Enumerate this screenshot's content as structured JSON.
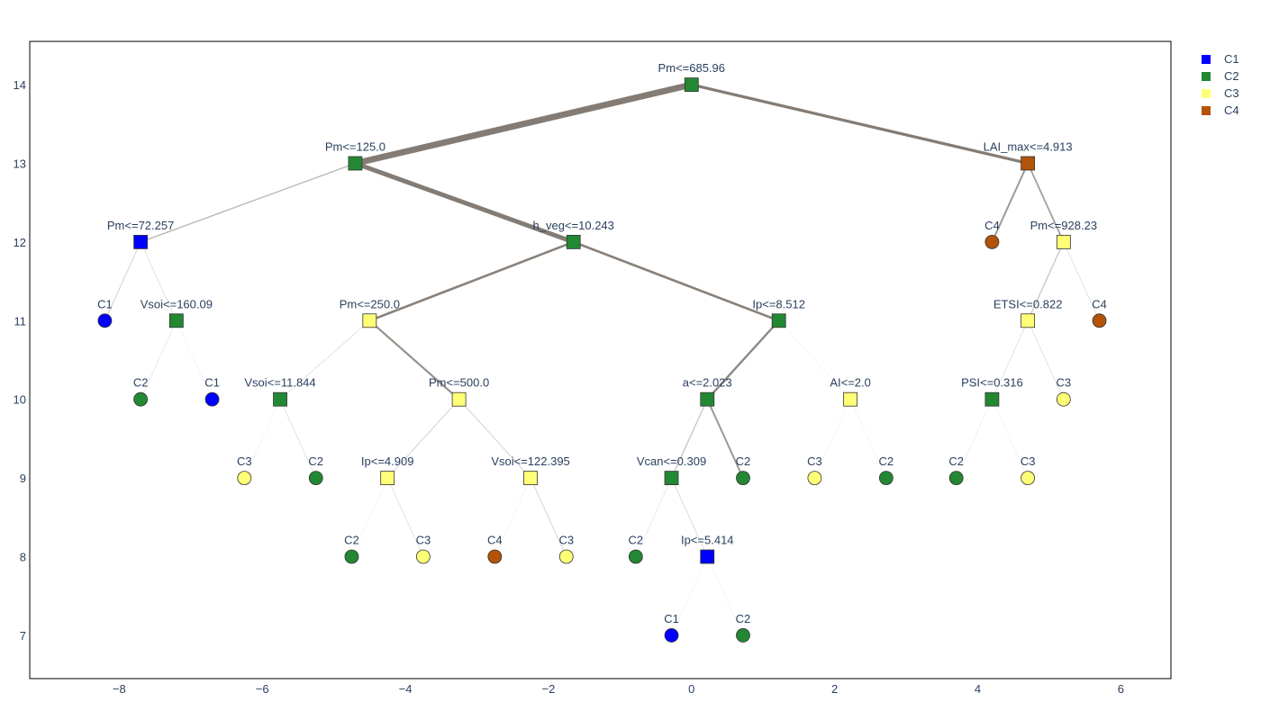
{
  "chart_data": {
    "type": "tree",
    "xlim": [
      -9.25,
      6.7
    ],
    "ylim": [
      6.45,
      14.55
    ],
    "x_ticks": [
      -8,
      -6,
      -4,
      -2,
      0,
      2,
      4,
      6
    ],
    "y_ticks": [
      7,
      8,
      9,
      10,
      11,
      12,
      13,
      14
    ],
    "x_tick_labels": [
      "−8",
      "−6",
      "−4",
      "−2",
      "0",
      "2",
      "4",
      "6"
    ],
    "y_tick_labels": [
      "7",
      "8",
      "9",
      "10",
      "11",
      "12",
      "13",
      "14"
    ],
    "legend": [
      {
        "name": "C1",
        "color": "#0000ff"
      },
      {
        "name": "C2",
        "color": "#228833"
      },
      {
        "name": "C3",
        "color": "#ffff77"
      },
      {
        "name": "C4",
        "color": "#b25307"
      }
    ],
    "nodes": [
      {
        "id": 0,
        "x": 0,
        "y": 14,
        "label": "Pm<=685.96",
        "cls": "C2",
        "leaf": false
      },
      {
        "id": 1,
        "x": -4.7,
        "y": 13,
        "label": "Pm<=125.0",
        "cls": "C2",
        "leaf": false
      },
      {
        "id": 2,
        "x": 4.7,
        "y": 13,
        "label": "LAI_max<=4.913",
        "cls": "C4",
        "leaf": false
      },
      {
        "id": 3,
        "x": -7.7,
        "y": 12,
        "label": "Pm<=72.257",
        "cls": "C1",
        "leaf": false
      },
      {
        "id": 4,
        "x": -1.65,
        "y": 12,
        "label": "h_veg<=10.243",
        "cls": "C2",
        "leaf": false
      },
      {
        "id": 5,
        "x": 4.2,
        "y": 12,
        "label": "C4",
        "cls": "C4",
        "leaf": true
      },
      {
        "id": 6,
        "x": 5.2,
        "y": 12,
        "label": "Pm<=928.23",
        "cls": "C3",
        "leaf": false
      },
      {
        "id": 7,
        "x": -8.2,
        "y": 11,
        "label": "C1",
        "cls": "C1",
        "leaf": true
      },
      {
        "id": 8,
        "x": -7.2,
        "y": 11,
        "label": "Vsoi<=160.09",
        "cls": "C2",
        "leaf": false
      },
      {
        "id": 9,
        "x": -4.5,
        "y": 11,
        "label": "Pm<=250.0",
        "cls": "C3",
        "leaf": false
      },
      {
        "id": 10,
        "x": 1.22,
        "y": 11,
        "label": "Ip<=8.512",
        "cls": "C2",
        "leaf": false
      },
      {
        "id": 11,
        "x": 4.7,
        "y": 11,
        "label": "ETSI<=0.822",
        "cls": "C3",
        "leaf": false
      },
      {
        "id": 12,
        "x": 5.7,
        "y": 11,
        "label": "C4",
        "cls": "C4",
        "leaf": true
      },
      {
        "id": 13,
        "x": -7.7,
        "y": 10,
        "label": "C2",
        "cls": "C2",
        "leaf": true
      },
      {
        "id": 14,
        "x": -6.7,
        "y": 10,
        "label": "C1",
        "cls": "C1",
        "leaf": true
      },
      {
        "id": 15,
        "x": -5.75,
        "y": 10,
        "label": "Vsoi<=11.844",
        "cls": "C2",
        "leaf": false
      },
      {
        "id": 16,
        "x": -3.25,
        "y": 10,
        "label": "Pm<=500.0",
        "cls": "C3",
        "leaf": false
      },
      {
        "id": 17,
        "x": 0.22,
        "y": 10,
        "label": "a<=2.023",
        "cls": "C2",
        "leaf": false
      },
      {
        "id": 18,
        "x": 2.22,
        "y": 10,
        "label": "AI<=2.0",
        "cls": "C3",
        "leaf": false
      },
      {
        "id": 19,
        "x": 4.2,
        "y": 10,
        "label": "PSI<=0.316",
        "cls": "C2",
        "leaf": false
      },
      {
        "id": 20,
        "x": 5.2,
        "y": 10,
        "label": "C3",
        "cls": "C3",
        "leaf": true
      },
      {
        "id": 21,
        "x": -6.25,
        "y": 9,
        "label": "C3",
        "cls": "C3",
        "leaf": true
      },
      {
        "id": 22,
        "x": -5.25,
        "y": 9,
        "label": "C2",
        "cls": "C2",
        "leaf": true
      },
      {
        "id": 23,
        "x": -4.25,
        "y": 9,
        "label": "Ip<=4.909",
        "cls": "C3",
        "leaf": false
      },
      {
        "id": 24,
        "x": -2.25,
        "y": 9,
        "label": "Vsoi<=122.395",
        "cls": "C3",
        "leaf": false
      },
      {
        "id": 25,
        "x": -0.28,
        "y": 9,
        "label": "Vcan<=0.309",
        "cls": "C2",
        "leaf": false
      },
      {
        "id": 26,
        "x": 0.72,
        "y": 9,
        "label": "C2",
        "cls": "C2",
        "leaf": true
      },
      {
        "id": 27,
        "x": 1.72,
        "y": 9,
        "label": "C3",
        "cls": "C3",
        "leaf": true
      },
      {
        "id": 28,
        "x": 2.72,
        "y": 9,
        "label": "C2",
        "cls": "C2",
        "leaf": true
      },
      {
        "id": 29,
        "x": 3.7,
        "y": 9,
        "label": "C2",
        "cls": "C2",
        "leaf": true
      },
      {
        "id": 30,
        "x": 4.7,
        "y": 9,
        "label": "C3",
        "cls": "C3",
        "leaf": true
      },
      {
        "id": 31,
        "x": -4.75,
        "y": 8,
        "label": "C2",
        "cls": "C2",
        "leaf": true
      },
      {
        "id": 32,
        "x": -3.75,
        "y": 8,
        "label": "C3",
        "cls": "C3",
        "leaf": true
      },
      {
        "id": 33,
        "x": -2.75,
        "y": 8,
        "label": "C4",
        "cls": "C4",
        "leaf": true
      },
      {
        "id": 34,
        "x": -1.75,
        "y": 8,
        "label": "C3",
        "cls": "C3",
        "leaf": true
      },
      {
        "id": 35,
        "x": -0.78,
        "y": 8,
        "label": "C2",
        "cls": "C2",
        "leaf": true
      },
      {
        "id": 36,
        "x": 0.22,
        "y": 8,
        "label": "Ip<=5.414",
        "cls": "C1",
        "leaf": false
      },
      {
        "id": 37,
        "x": -0.28,
        "y": 7,
        "label": "C1",
        "cls": "C1",
        "leaf": true
      },
      {
        "id": 38,
        "x": 0.72,
        "y": 7,
        "label": "C2",
        "cls": "C2",
        "leaf": true
      }
    ],
    "edges": [
      {
        "from": 0,
        "to": 1,
        "weight": 7
      },
      {
        "from": 0,
        "to": 2,
        "weight": 3.2
      },
      {
        "from": 1,
        "to": 3,
        "weight": 1.3
      },
      {
        "from": 1,
        "to": 4,
        "weight": 5
      },
      {
        "from": 2,
        "to": 5,
        "weight": 2
      },
      {
        "from": 2,
        "to": 6,
        "weight": 1.8
      },
      {
        "from": 3,
        "to": 7,
        "weight": 0.8
      },
      {
        "from": 3,
        "to": 8,
        "weight": 0.6
      },
      {
        "from": 4,
        "to": 9,
        "weight": 2.6
      },
      {
        "from": 4,
        "to": 10,
        "weight": 2.6
      },
      {
        "from": 6,
        "to": 11,
        "weight": 1.1
      },
      {
        "from": 6,
        "to": 12,
        "weight": 0.6
      },
      {
        "from": 8,
        "to": 13,
        "weight": 0.5
      },
      {
        "from": 8,
        "to": 14,
        "weight": 0.3
      },
      {
        "from": 9,
        "to": 15,
        "weight": 0.6
      },
      {
        "from": 9,
        "to": 16,
        "weight": 2.2
      },
      {
        "from": 10,
        "to": 17,
        "weight": 2.4
      },
      {
        "from": 10,
        "to": 18,
        "weight": 0.3
      },
      {
        "from": 11,
        "to": 19,
        "weight": 0.6
      },
      {
        "from": 11,
        "to": 20,
        "weight": 0.6
      },
      {
        "from": 15,
        "to": 21,
        "weight": 0.3
      },
      {
        "from": 15,
        "to": 22,
        "weight": 0.6
      },
      {
        "from": 16,
        "to": 23,
        "weight": 0.8
      },
      {
        "from": 16,
        "to": 24,
        "weight": 0.8
      },
      {
        "from": 17,
        "to": 25,
        "weight": 1.1
      },
      {
        "from": 17,
        "to": 26,
        "weight": 2
      },
      {
        "from": 18,
        "to": 27,
        "weight": 0.3
      },
      {
        "from": 18,
        "to": 28,
        "weight": 0.3
      },
      {
        "from": 19,
        "to": 29,
        "weight": 0.4
      },
      {
        "from": 19,
        "to": 30,
        "weight": 0.3
      },
      {
        "from": 23,
        "to": 31,
        "weight": 0.3
      },
      {
        "from": 23,
        "to": 32,
        "weight": 0.6
      },
      {
        "from": 24,
        "to": 33,
        "weight": 0.3
      },
      {
        "from": 24,
        "to": 34,
        "weight": 0.8
      },
      {
        "from": 25,
        "to": 35,
        "weight": 0.5
      },
      {
        "from": 25,
        "to": 36,
        "weight": 0.7
      },
      {
        "from": 36,
        "to": 37,
        "weight": 0.3
      },
      {
        "from": 36,
        "to": 38,
        "weight": 0.3
      }
    ]
  }
}
